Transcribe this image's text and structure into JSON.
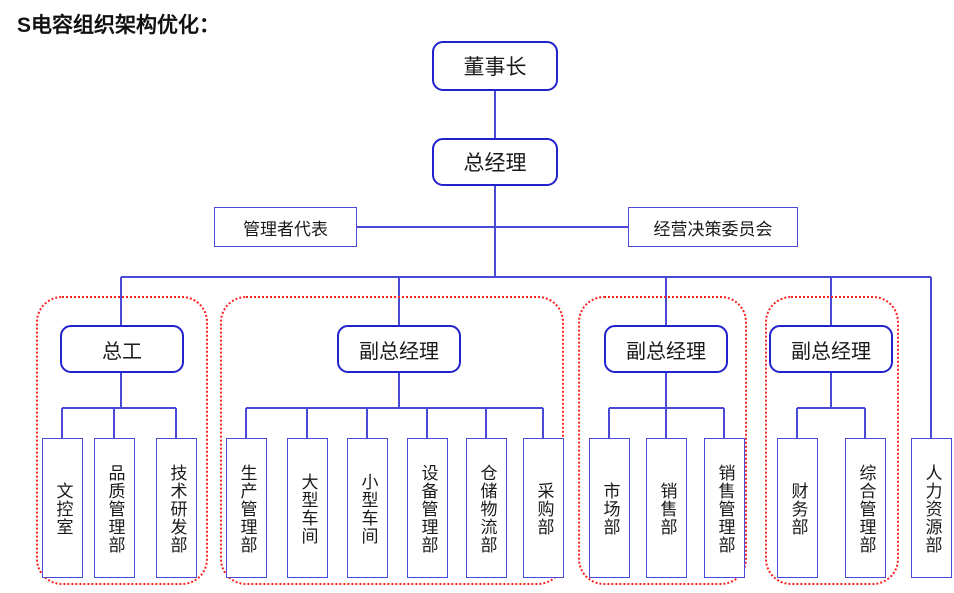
{
  "title": "S电容组织架构优化：",
  "colors": {
    "exec_border": "#2222cc",
    "box_border": "#4a4ad6",
    "group_border": "#ff2020",
    "line": "#4a4ad6",
    "text": "#1a1a1a",
    "background": "#ffffff"
  },
  "chart_data": {
    "type": "diagram",
    "subtype": "organization-chart",
    "title": "S电容组织架构优化：",
    "levels": [
      {
        "level": 1,
        "nodes": [
          "董事长"
        ]
      },
      {
        "level": 2,
        "nodes": [
          "总经理"
        ]
      },
      {
        "level": 3,
        "nodes": [
          "管理者代表",
          "经营决策委员会"
        ]
      },
      {
        "level": 4,
        "nodes": [
          "总工",
          "副总经理",
          "副总经理",
          "副总经理"
        ]
      },
      {
        "level": 5,
        "nodes": [
          "文控室",
          "品质管理部",
          "技术研发部",
          "生产管理部",
          "大型车间",
          "小型车间",
          "设备管理部",
          "仓储物流部",
          "采购部",
          "市场部",
          "销售部",
          "销售管理部",
          "财务部",
          "综合管理部",
          "人力资源部"
        ]
      }
    ],
    "edges": [
      [
        "董事长",
        "总经理"
      ],
      [
        "总经理",
        "管理者代表"
      ],
      [
        "总经理",
        "经营决策委员会"
      ],
      [
        "总经理",
        "总工"
      ],
      [
        "总经理",
        "副总经理(生产)"
      ],
      [
        "总经理",
        "副总经理(营销)"
      ],
      [
        "总经理",
        "副总经理(行政)"
      ],
      [
        "总经理",
        "人力资源部"
      ],
      [
        "总工",
        "文控室"
      ],
      [
        "总工",
        "品质管理部"
      ],
      [
        "总工",
        "技术研发部"
      ],
      [
        "副总经理(生产)",
        "生产管理部"
      ],
      [
        "副总经理(生产)",
        "大型车间"
      ],
      [
        "副总经理(生产)",
        "小型车间"
      ],
      [
        "副总经理(生产)",
        "设备管理部"
      ],
      [
        "副总经理(生产)",
        "仓储物流部"
      ],
      [
        "副总经理(生产)",
        "采购部"
      ],
      [
        "副总经理(营销)",
        "市场部"
      ],
      [
        "副总经理(营销)",
        "销售部"
      ],
      [
        "副总经理(营销)",
        "销售管理部"
      ],
      [
        "副总经理(行政)",
        "财务部"
      ],
      [
        "副总经理(行政)",
        "综合管理部"
      ]
    ]
  },
  "top": {
    "chairman": "董事长",
    "general_manager": "总经理"
  },
  "staff": {
    "management_rep": "管理者代表",
    "decision_committee": "经营决策委员会"
  },
  "branches": [
    {
      "head": "总工",
      "children": [
        "文控室",
        "品质管理部",
        "技术研发部"
      ]
    },
    {
      "head": "副总经理",
      "children": [
        "生产管理部",
        "大型车间",
        "小型车间",
        "设备管理部",
        "仓储物流部",
        "采购部"
      ]
    },
    {
      "head": "副总经理",
      "children": [
        "市场部",
        "销售部",
        "销售管理部"
      ]
    },
    {
      "head": "副总经理",
      "children": [
        "财务部",
        "综合管理部"
      ]
    }
  ],
  "standalone": {
    "hr": "人力资源部"
  }
}
